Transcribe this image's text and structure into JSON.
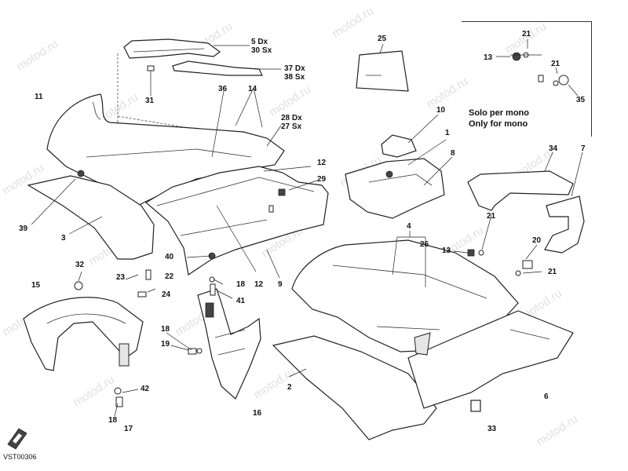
{
  "watermark": "motod.ru",
  "inset_note": {
    "line1": "Solo per mono",
    "line2": "Only for mono"
  },
  "diagram_code": "VST00306",
  "callouts": {
    "c5_30": "5 Dx\n30 Sx",
    "c37_38": "37 Dx\n38 Sx",
    "c28_27": "28 Dx\n27 Sx",
    "c11": "11",
    "c31": "31",
    "c36": "36",
    "c14": "14",
    "c25": "25",
    "c21a": "21",
    "c13a": "13",
    "c21b": "21",
    "c35": "35",
    "c10": "10",
    "c1": "1",
    "c8": "8",
    "c34": "34",
    "c7": "7",
    "c12a": "12",
    "c29": "29",
    "c39": "39",
    "c3": "3",
    "c4": "4",
    "c26": "26",
    "c21c": "21",
    "c13b": "13",
    "c20": "20",
    "c21d": "21",
    "c40": "40",
    "c12b": "12",
    "c9": "9",
    "c32": "32",
    "c15": "15",
    "c23": "23",
    "c22": "22",
    "c24": "24",
    "c18a": "18",
    "c41": "41",
    "c18b": "18",
    "c19": "19",
    "c42": "42",
    "c18c": "18",
    "c17": "17",
    "c16": "16",
    "c2": "2",
    "c6": "6",
    "c33": "33"
  }
}
